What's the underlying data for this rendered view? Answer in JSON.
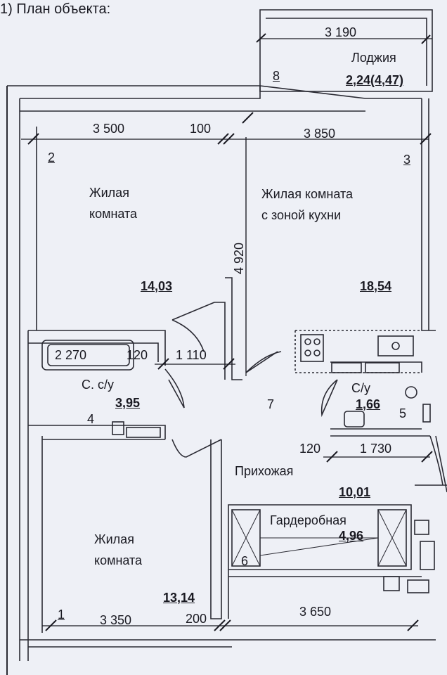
{
  "header": {
    "title": "1) План объекта:"
  },
  "rooms": {
    "loggia": {
      "label": "Лоджия",
      "area": "2,24(4,47)",
      "number": "8",
      "width": "3 190"
    },
    "room2": {
      "label_line1": "Жилая",
      "label_line2": "комната",
      "area": "14,03",
      "number": "2"
    },
    "room3": {
      "label_line1": "Жилая комната",
      "label_line2": "с зоной кухни",
      "area": "18,54",
      "number": "3"
    },
    "bath4": {
      "label": "С. с/у",
      "area": "3,95",
      "number": "4"
    },
    "wc5": {
      "label": "С/у",
      "area": "1,66",
      "number": "5"
    },
    "hall7": {
      "label": "Прихожая",
      "area": "10,01",
      "number": "7"
    },
    "wardrobe6": {
      "label": "Гардеробная",
      "area": "4,96",
      "number": "6"
    },
    "room1": {
      "label_line1": "Жилая",
      "label_line2": "комната",
      "area": "13,14",
      "number": "1"
    }
  },
  "dimensions": {
    "top_left": "3 500",
    "top_mid": "100",
    "top_right": "3 850",
    "height_vertical": "4 920",
    "bath_width": "2 270",
    "bath_wall": "120",
    "bath_door": "1 110",
    "wc_wall": "120",
    "wc_width": "1 730",
    "bottom_left": "3 350",
    "bottom_mid": "200",
    "bottom_right": "3 650"
  }
}
